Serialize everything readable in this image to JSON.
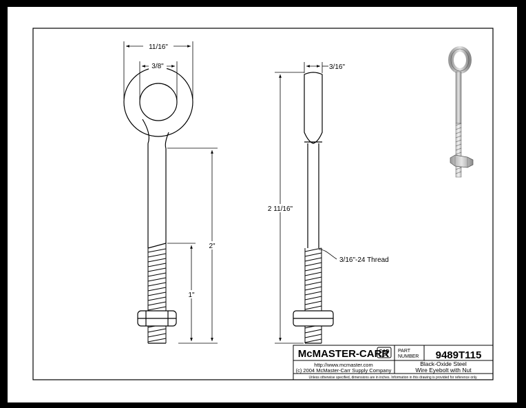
{
  "dimensions": {
    "eye_outer": "11/16\"",
    "eye_inner": "3/8\"",
    "wire_thickness": "3/16\"",
    "overall_length": "2 11/16\"",
    "shank_length": "2\"",
    "thread_length": "1\"",
    "thread_spec": "3/16\"-24 Thread"
  },
  "title_block": {
    "brand": "McMASTER-CARR",
    "cad_label": "CAD",
    "part_label_line1": "PART",
    "part_label_line2": "NUMBER",
    "part_number": "9489T115",
    "url": "http://www.mcmaster.com",
    "copyright": "(c) 2004 McMaster-Carr Supply Company",
    "description_line1": "Black-Oxide Steel",
    "description_line2": "Wire Eyebolt with Nut",
    "footnote": "Unless otherwise specified, dimensions are in inches.  Information in this drawing is provided for reference only."
  }
}
